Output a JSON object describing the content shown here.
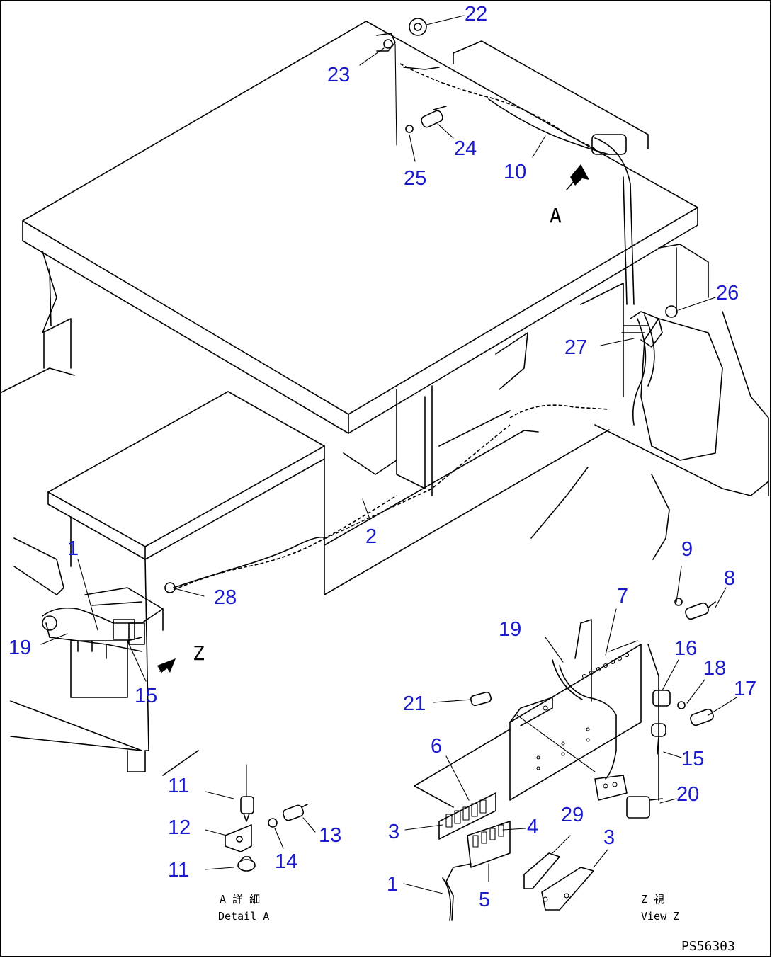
{
  "diagram": {
    "part_numbers": {
      "p1": "1",
      "p1b": "1",
      "p2": "2",
      "p3": "3",
      "p3b": "3",
      "p4": "4",
      "p5": "5",
      "p6": "6",
      "p7": "7",
      "p8": "8",
      "p9": "9",
      "p10": "10",
      "p11": "11",
      "p11b": "11",
      "p12": "12",
      "p13": "13",
      "p14": "14",
      "p15": "15",
      "p15b": "15",
      "p16": "16",
      "p17": "17",
      "p18": "18",
      "p19": "19",
      "p19b": "19",
      "p20": "20",
      "p21": "21",
      "p22": "22",
      "p23": "23",
      "p24": "24",
      "p25": "25",
      "p26": "26",
      "p27": "27",
      "p28": "28",
      "p29": "29"
    },
    "view_markers": {
      "a": "A",
      "z": "Z"
    },
    "captions": {
      "detail_a_symbol": "A 詳 細",
      "detail_a_text": "Detail A",
      "view_z_symbol": "Z 視",
      "view_z_text": "View Z"
    },
    "drawing_code": "PS56303"
  }
}
